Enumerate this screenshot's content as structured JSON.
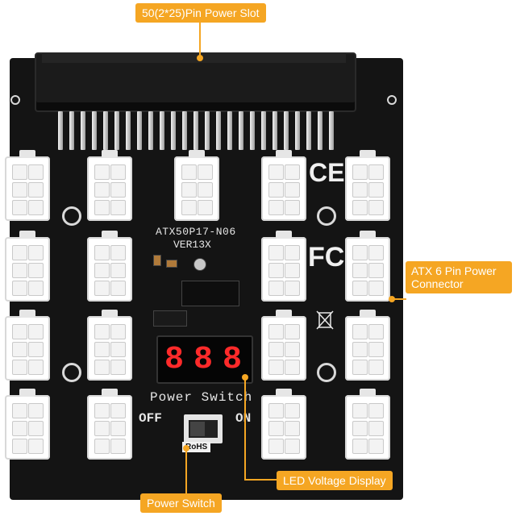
{
  "labels": {
    "power_slot": "50(2*25)Pin Power Slot",
    "atx_connector": "ATX 6 Pin Power Connector",
    "led_display": "LED Voltage Display",
    "power_switch": "Power Switch"
  },
  "board": {
    "model": "ATX50P17-N06",
    "version": "VER13X",
    "switch_title": "Power Switch",
    "switch_off": "OFF",
    "switch_on": "ON",
    "display_digits": [
      "8",
      "8",
      "8"
    ],
    "rohs": "RoHS",
    "ce": "CE",
    "fc": "FC"
  },
  "colors": {
    "accent": "#f5a623",
    "board": "#141414",
    "display_digit": "#ff2a2a"
  }
}
